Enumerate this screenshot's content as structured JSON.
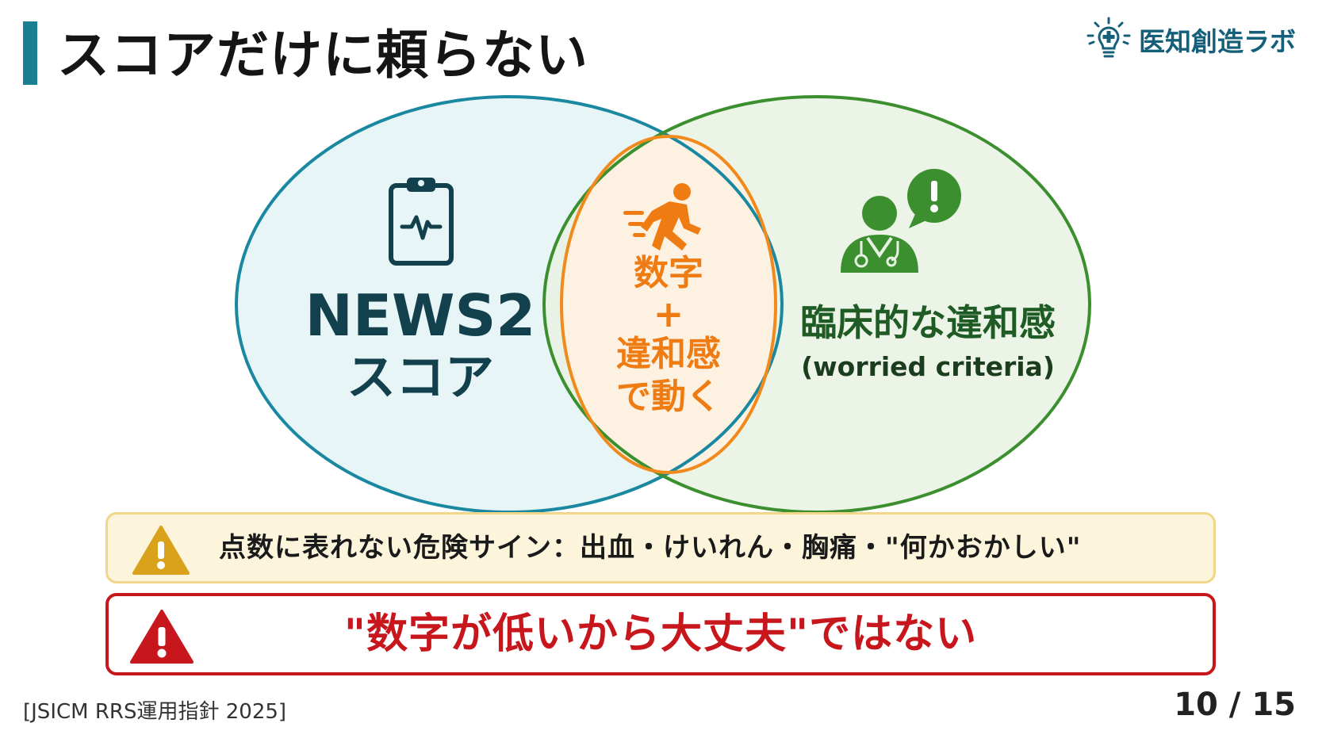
{
  "header": {
    "title": "スコアだけに頼らない",
    "logo_text": "医知創造ラボ",
    "logo_icon": "lightbulb-medical-cross-icon"
  },
  "venn": {
    "left": {
      "icon": "clipboard-heartbeat-icon",
      "title": "NEWS2",
      "subtitle": "スコア",
      "color": "#1a88a0"
    },
    "center": {
      "icon": "running-person-icon",
      "line1": "数字",
      "line2": "+",
      "line3": "違和感",
      "line4": "で動く",
      "color": "#f08a1c"
    },
    "right": {
      "icon": "doctor-alert-icon",
      "title": "臨床的な違和感",
      "subtitle": "(worried criteria)",
      "color": "#3c8f2f"
    }
  },
  "alerts": {
    "caution": {
      "icon": "warning-triangle-icon",
      "text": "点数に表れない危険サイン：出血・けいれん・胸痛・\"何かおかしい\"",
      "color": "#d9a21a"
    },
    "danger": {
      "icon": "danger-triangle-icon",
      "text": "\"数字が低いから大丈夫\"ではない",
      "color": "#c8161d"
    }
  },
  "footer": {
    "source": "[JSICM RRS運用指針 2025]",
    "page": "10 / 15"
  }
}
